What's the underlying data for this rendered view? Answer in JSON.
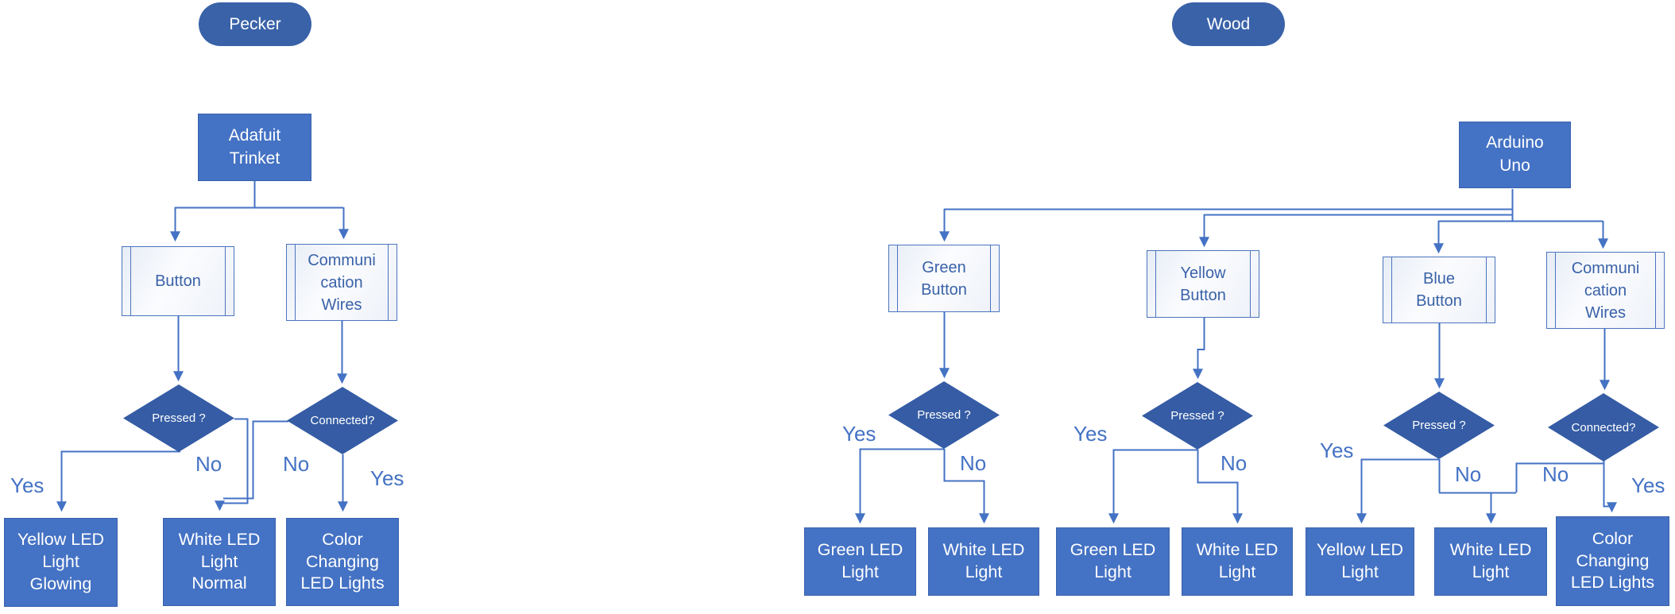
{
  "colors": {
    "node_fill": "#4472c4",
    "decision_fill": "#355ca4",
    "title_fill": "#3a62a8",
    "predefined_fill": "#f5f8fc",
    "connector": "#4472c4",
    "text_on_fill": "#ffffff",
    "edge_label_text": "#4472c4"
  },
  "left": {
    "title": "Pecker",
    "nodes": {
      "root": "Adafuit Trinket",
      "button": "Button",
      "comm_wires": "Communication Wires",
      "pressed": "Pressed ?",
      "connected": "Connected?",
      "yellow_led": "Yellow LED Light Glowing",
      "white_led": "White LED Light Normal",
      "color_led": "Color Changing LED Lights"
    },
    "edges": {
      "pressed_yes": "Yes",
      "pressed_no": "No",
      "connected_no": "No",
      "connected_yes": "Yes"
    }
  },
  "right": {
    "title": "Wood",
    "nodes": {
      "root": "Arduino Uno",
      "green_button": "Green Button",
      "yellow_button": "Yellow Button",
      "blue_button": "Blue Button",
      "comm_wires": "Communication Wires",
      "pressed_green": "Pressed ?",
      "pressed_yellow": "Pressed ?",
      "pressed_blue": "Pressed ?",
      "connected": "Connected?",
      "green_led_1": "Green LED Light",
      "white_led_1": "White LED Light",
      "green_led_2": "Green LED Light",
      "white_led_2": "White LED Light",
      "yellow_led": "Yellow LED Light",
      "white_led_3": "White LED Light",
      "color_led": "Color Changing LED Lights"
    },
    "edges": {
      "green_yes": "Yes",
      "green_no": "No",
      "yellow_yes": "Yes",
      "yellow_no": "No",
      "blue_yes": "Yes",
      "blue_no": "No",
      "connected_no": "No",
      "connected_yes": "Yes"
    }
  }
}
